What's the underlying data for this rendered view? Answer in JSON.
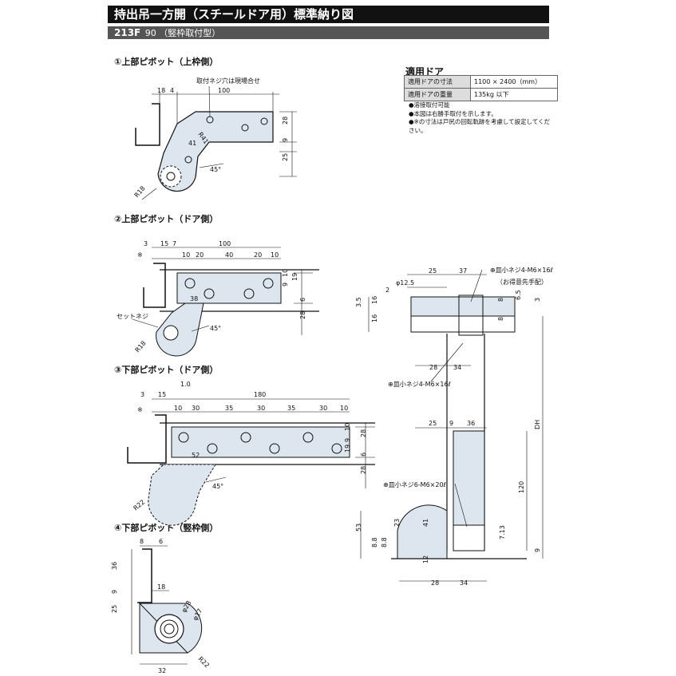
{
  "header": {
    "title": "持出吊一方開（スチールドア用）標準納り図",
    "model": "213F",
    "model_suffix": "90",
    "mount": "（竪枠取付型）"
  },
  "sections": {
    "s1": "①上部ピボット（上枠側）",
    "s2": "②上部ピボット（ドア側）",
    "s3": "③下部ピボット（ドア側）",
    "s4": "④下部ピボット（竪枠側）"
  },
  "door": {
    "title": "適用ドア",
    "rows": [
      {
        "label": "適用ドアの寸法",
        "value": "1100 × 2400（mm）"
      },
      {
        "label": "適用ドアの重量",
        "value": "135kg 以下"
      }
    ],
    "notes": [
      "●溶接取付可能",
      "●本図は右勝手取付を示します。",
      "●※の寸法は戸尻の回転軌跡を考慮して設定してください。"
    ]
  },
  "dims": {
    "d1": {
      "top18": "18",
      "top4": "4",
      "top100": "100",
      "note": "取付ネジ穴は現場合せ",
      "r41": "R41",
      "d41": "41",
      "v28": "28",
      "v9": "9",
      "v25": "25",
      "ang": "45°",
      "r18": "R18"
    },
    "d2": {
      "t3": "3",
      "t15": "15",
      "t7": "7",
      "t100": "100",
      "s10a": "10",
      "s20a": "20",
      "s40": "40",
      "s20b": "20",
      "s10b": "10",
      "mark": "※",
      "d38": "38",
      "v10": "10",
      "v9": "9",
      "v19": "19",
      "v6": "6",
      "v28": "28",
      "setneji": "セットネジ",
      "ang": "45°",
      "r18": "R18"
    },
    "d3": {
      "t3": "3",
      "t15": "15",
      "t10": "1.0",
      "t180": "180",
      "s10a": "10",
      "s30a": "30",
      "s35a": "35",
      "s30b": "30",
      "s35b": "35",
      "s30c": "30",
      "s10b": "10",
      "mark": "※",
      "d52": "52",
      "v10": "10",
      "v9": "9",
      "v19": "19",
      "v28a": "28",
      "v6": "6",
      "v28b": "28",
      "ang": "45°",
      "r22": "R22"
    },
    "d4": {
      "t8": "8",
      "t6": "6",
      "v36": "36",
      "v9": "9",
      "v25": "25",
      "h18": "18",
      "phi28": "φ28",
      "phi17": "φ17",
      "r22": "R22",
      "b32": "32"
    },
    "side": {
      "phi125": "φ12.5",
      "w25": "25",
      "w37": "37",
      "screw1": "⊕皿小ネジ4-M6×16ℓ",
      "screw1b": "（お得意先手配）",
      "v2": "2",
      "v35": "3.5",
      "v16a": "16",
      "v16b": "16",
      "r8a": "8",
      "r65": "6.5",
      "r8b": "8",
      "r3": "3",
      "w28a": "28",
      "w34a": "34",
      "screw2": "⊕皿小ネジ4-M6×16ℓ",
      "w25b": "25",
      "w9": "9",
      "w36": "36",
      "dh": "DH",
      "screw3": "⊕皿小ネジ6-M6×20ℓ",
      "v120": "120",
      "v53": "53",
      "v23": "23",
      "v41": "41",
      "v88a": "8.8",
      "v88b": "8.8",
      "v713": "7.13",
      "v9b": "9",
      "v12": "12",
      "w28b": "28",
      "w34b": "34"
    }
  },
  "colors": {
    "plate": "#dde6ef",
    "outline": "#111111",
    "header": "#111111",
    "subheader": "#555555"
  }
}
